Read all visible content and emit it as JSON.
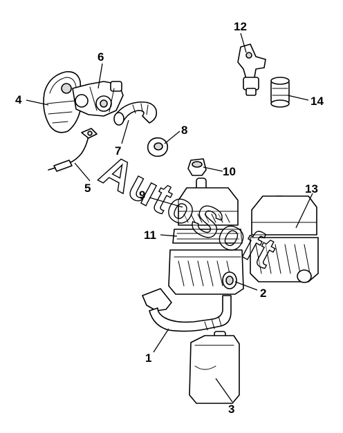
{
  "diagram": {
    "watermark": "AutoSoft",
    "callouts": [
      "1",
      "2",
      "3",
      "4",
      "5",
      "6",
      "7",
      "8",
      "9",
      "10",
      "11",
      "12",
      "13",
      "14"
    ]
  }
}
